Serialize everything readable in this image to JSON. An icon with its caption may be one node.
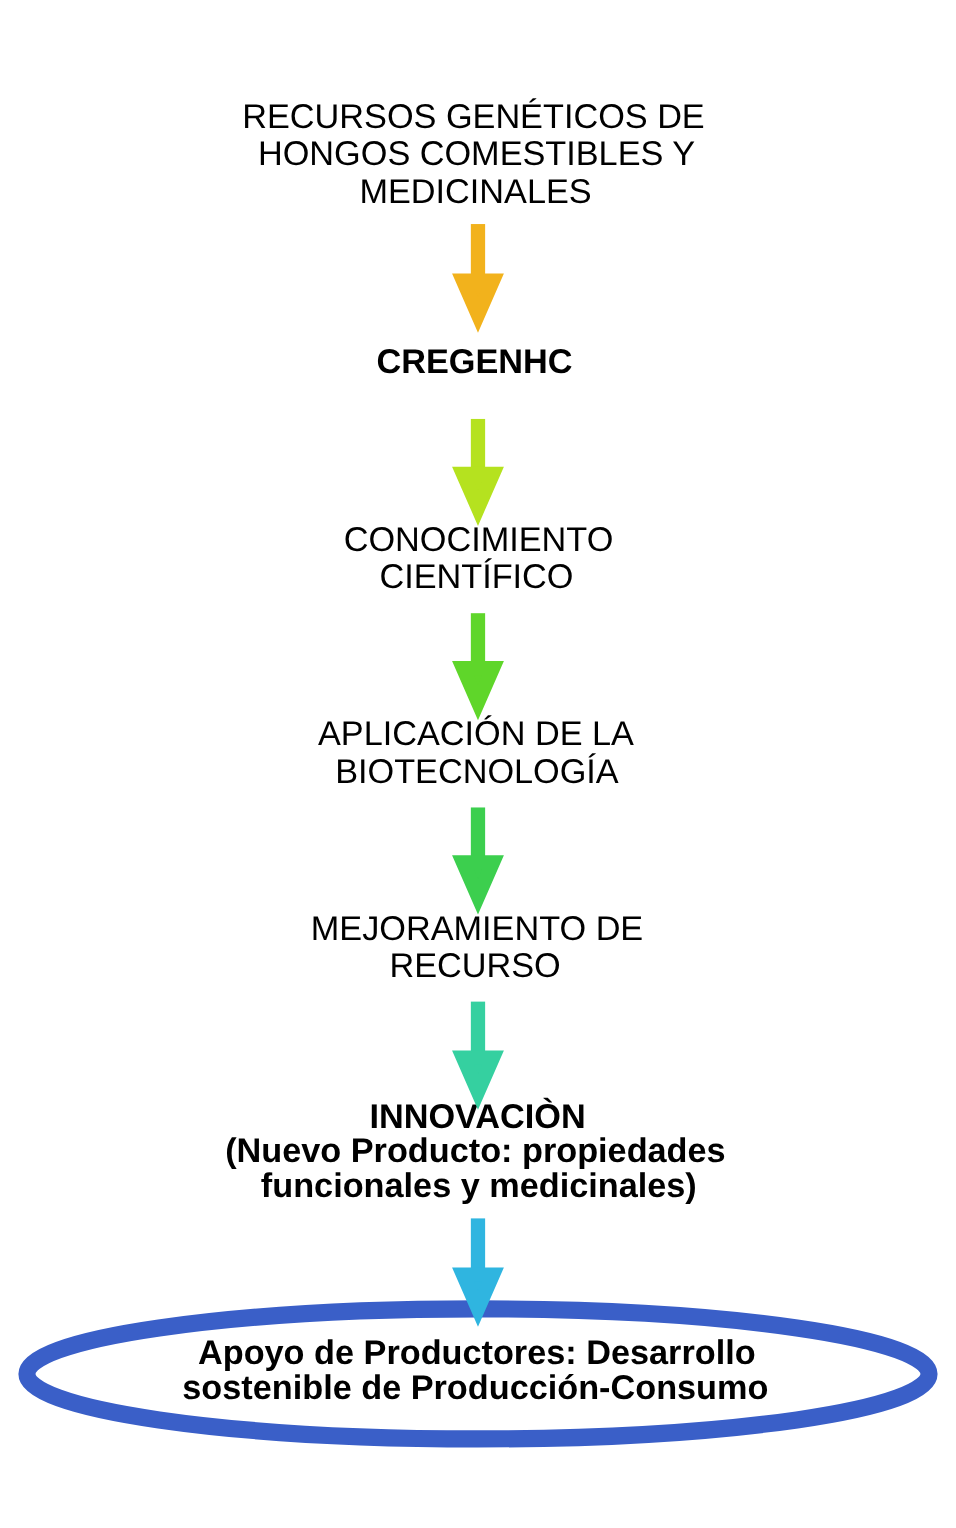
{
  "diagram": {
    "nodes": [
      {
        "text": [
          "RECURSOS GENÉTICOS DE HONGOS COMESTIBLES Y MEDICINALES"
        ]
      },
      {
        "text": [
          "CREGENHC"
        ]
      },
      {
        "text": [
          "CONOCIMIENTO CIENTÍFICO"
        ]
      },
      {
        "text": [
          "APLICACIÓN DE LA BIOTECNOLOGÍA"
        ]
      },
      {
        "text": [
          "MEJORAMIENTO DE RECURSO"
        ]
      },
      {
        "text": [
          "INNOVACIÒN",
          "(Nuevo Producto: propiedades funcionales y medicinales)"
        ]
      },
      {
        "text": [
          "Apoyo de Productores: Desarrollo sostenible de Producción-Consumo"
        ]
      }
    ],
    "edges": [
      {
        "from": 0,
        "to": 1,
        "arrow": "to",
        "color": "#f2b21c"
      },
      {
        "from": 1,
        "to": 2,
        "arrow": "to",
        "color": "#b5e21f"
      },
      {
        "from": 2,
        "to": 3,
        "arrow": "to",
        "color": "#5fd62a"
      },
      {
        "from": 3,
        "to": 4,
        "arrow": "to",
        "color": "#3ccf4e"
      },
      {
        "from": 4,
        "to": 5,
        "arrow": "to",
        "color": "#35d0a0"
      },
      {
        "from": 5,
        "to": 6,
        "arrow": "to",
        "color": "#2fb5e0"
      }
    ]
  }
}
